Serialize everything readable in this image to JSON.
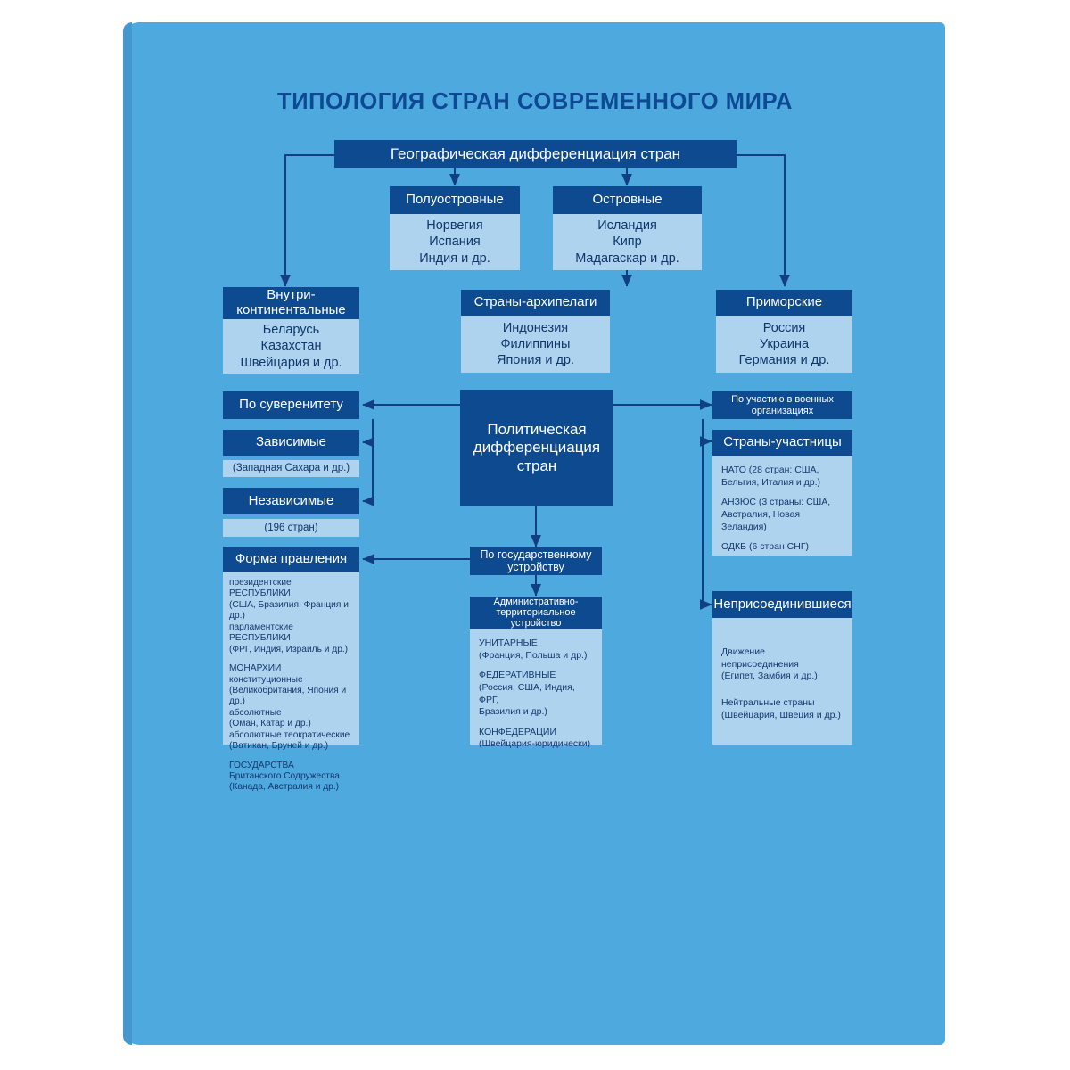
{
  "title": "ТИПОЛОГИЯ СТРАН СОВРЕМЕННОГО МИРА",
  "colors": {
    "card": "#4ea9df",
    "header_navy": "#0d4a8f",
    "panel_light": "#aed3ef",
    "title_text": "#0d4a93",
    "connector": "#103f84"
  },
  "geographic": {
    "root": "Географическая    дифференциация    стран",
    "peninsular": {
      "title": "Полуостровные",
      "items": "Норвегия\nИспания\nИндия  и  др."
    },
    "island": {
      "title": "Островные",
      "items": "Исландия\nКипр\nМадагаскар  и  др."
    },
    "landlocked": {
      "title": "Внутри-\nконтинентальные",
      "items": "Беларусь\nКазахстан\nШвейцария  и  др."
    },
    "archipelago": {
      "title": "Страны-архипелаги",
      "items": "Индонезия\nФилиппины\nЯпония  и  др."
    },
    "coastal": {
      "title": "Приморские",
      "items": "Россия\nУкраина\nГермания  и  др."
    }
  },
  "political": {
    "root": "Политическая\nдифференциация\nстран",
    "sovereignty": {
      "title": "По  суверенитету",
      "dependent": {
        "title": "Зависимые",
        "note": "(Западная  Сахара  и  др.)"
      },
      "independent": {
        "title": "Независимые",
        "note": "(196  стран)"
      }
    },
    "government_form": {
      "title": "Форма  правления",
      "groups": [
        "президентские  РЕСПУБЛИКИ\n(США,  Бразилия,  Франция  и  др.)\nпарламентские  РЕСПУБЛИКИ\n(ФРГ,  Индия,  Израиль  и  др.)",
        "МОНАРХИИ\nконституционные\n(Великобритания,  Япония  и  др.)\nабсолютные\n(Оман,  Катар  и  др.)\nабсолютные  теократические\n(Ватикан,  Бруней  и  др.)",
        "ГОСУДАРСТВА\nБританского  Содружества\n(Канада,  Австралия  и  др.)"
      ]
    },
    "state_structure": {
      "title": "По государственному\nустройству",
      "admin": {
        "title": "Административно-\nтерриториальное\nустройство",
        "groups": [
          "УНИТАРНЫЕ\n(Франция,  Польша  и  др.)",
          "ФЕДЕРАТИВНЫЕ\n(Россия,  США,  Индия,  ФРГ,\nБразилия  и  др.)",
          "КОНФЕДЕРАЦИИ\n(Швейцария-юридически)"
        ]
      }
    },
    "military": {
      "title": "По участию в военных\nорганизациях",
      "participants": {
        "title": "Страны-участницы",
        "groups": [
          "НАТО  (28  стран:  США,\nБельгия,  Италия  и  др.)",
          "АНЗЮС  (3  страны:  США,\nАвстралия,  Новая  Зеландия)",
          "ОДКБ  (6  стран  СНГ)"
        ]
      },
      "nonaligned": {
        "title": "Неприсоединившиеся",
        "groups": [
          "Движение\nнеприсоединения\n(Египет,  Замбия  и  др.)",
          "Нейтральные  страны\n(Швейцария,  Швеция  и  др.)"
        ]
      }
    }
  }
}
